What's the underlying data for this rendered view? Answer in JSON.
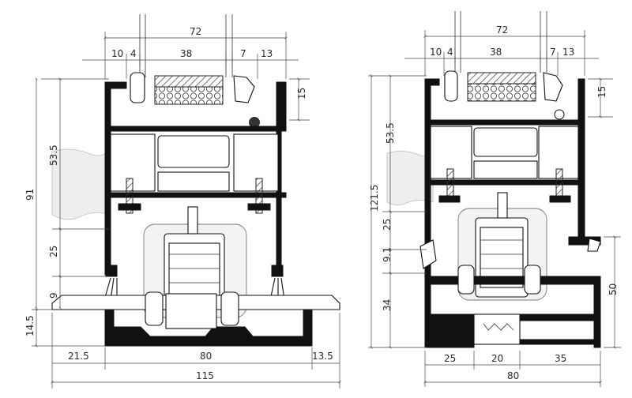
{
  "left_section": {
    "dims_top": {
      "total": "72",
      "a": "10",
      "b": "4",
      "c": "38",
      "d": "7",
      "e": "13"
    },
    "dim_right": "15",
    "dims_left": {
      "overall": "91",
      "upper": "53.5",
      "mid": "25",
      "low": "9",
      "base": "14.5"
    },
    "dims_bottom": {
      "total": "115",
      "left": "21.5",
      "mid": "80",
      "right": "13.5"
    }
  },
  "right_section": {
    "dims_top": {
      "total": "72",
      "a": "10",
      "b": "4",
      "c": "38",
      "d": "7",
      "e": "13"
    },
    "dim_right_top": "15",
    "dim_right_low": "50",
    "dims_left": {
      "overall": "121.5",
      "upper": "53.5",
      "mid": "25",
      "low": "9.1",
      "base": "34"
    },
    "dims_bottom": {
      "total": "80",
      "left": "25",
      "mid": "20",
      "right": "35"
    }
  }
}
